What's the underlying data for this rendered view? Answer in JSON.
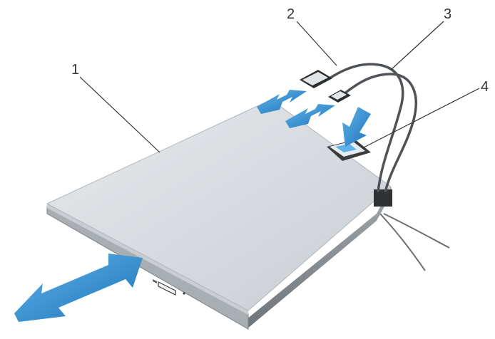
{
  "callouts": [
    {
      "id": "1",
      "label": "1"
    },
    {
      "id": "2",
      "label": "2"
    },
    {
      "id": "3",
      "label": "3"
    },
    {
      "id": "4",
      "label": "4"
    }
  ],
  "colors": {
    "drive_top": "#d7dbdf",
    "drive_side": "#8f959b",
    "drive_bezel": "#a9aeb3",
    "drive_dark": "#3a3d40",
    "arrow_light": "#4aa3df",
    "arrow_dark": "#1e73b8",
    "cable": "#4f5357",
    "line": "#333333"
  }
}
